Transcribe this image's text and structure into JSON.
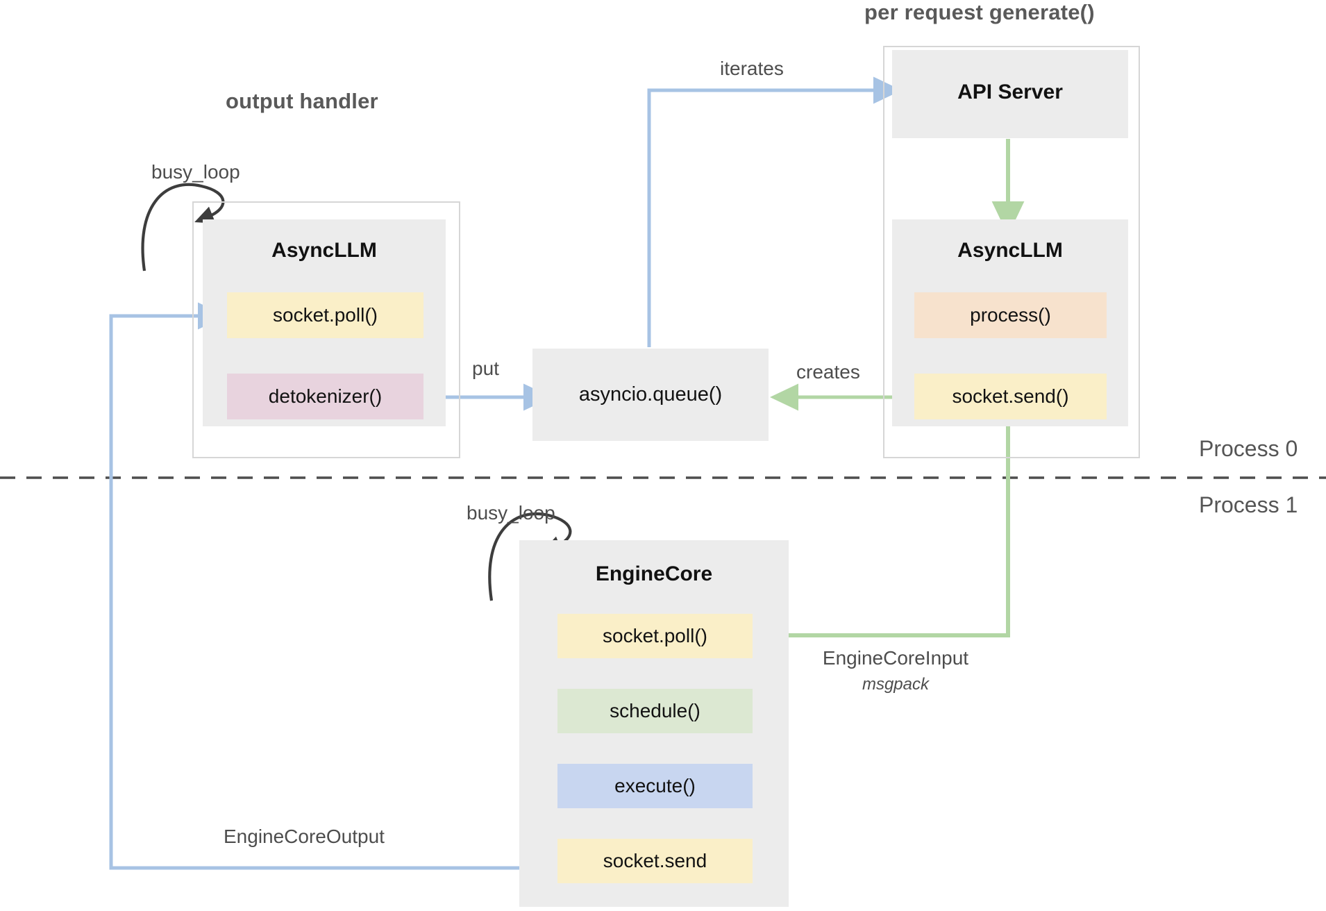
{
  "diagram": {
    "title_left": "output handler",
    "title_right": "per request generate()",
    "process_top": "Process 0",
    "process_bottom": "Process 1"
  },
  "blocks": {
    "async_llm_left": {
      "title": "AsyncLLM",
      "rows": [
        {
          "label": "socket.poll()",
          "color": "#faefc8"
        },
        {
          "label": "detokenizer()",
          "color": "#e8d3de"
        }
      ]
    },
    "api_server": {
      "title": "API Server"
    },
    "async_llm_right": {
      "title": "AsyncLLM",
      "rows": [
        {
          "label": "process()",
          "color": "#f7e2cd"
        },
        {
          "label": "socket.send()",
          "color": "#faefc8"
        }
      ]
    },
    "engine_core": {
      "title": "EngineCore",
      "rows": [
        {
          "label": "socket.poll()",
          "color": "#faefc8"
        },
        {
          "label": "schedule()",
          "color": "#dce8d2"
        },
        {
          "label": "execute()",
          "color": "#c8d6f0"
        },
        {
          "label": "socket.send",
          "color": "#faefc8"
        }
      ]
    },
    "queue": {
      "label": "asyncio.queue()"
    }
  },
  "edges": {
    "busy_loop_left": "busy_loop",
    "busy_loop_engine": "busy_loop",
    "iterates": "iterates",
    "put": "put",
    "creates": "creates",
    "engine_core_input": "EngineCoreInput",
    "engine_core_input_sub": "msgpack",
    "engine_core_output": "EngineCoreOutput"
  },
  "colors": {
    "blue_arrow": "#a7c3e4",
    "green_arrow": "#b2d6a4",
    "black_arrow": "#3d3d3d",
    "block_bg": "#ececec",
    "frame_border": "#d6d6d6",
    "divider": "#4d4d4d"
  }
}
